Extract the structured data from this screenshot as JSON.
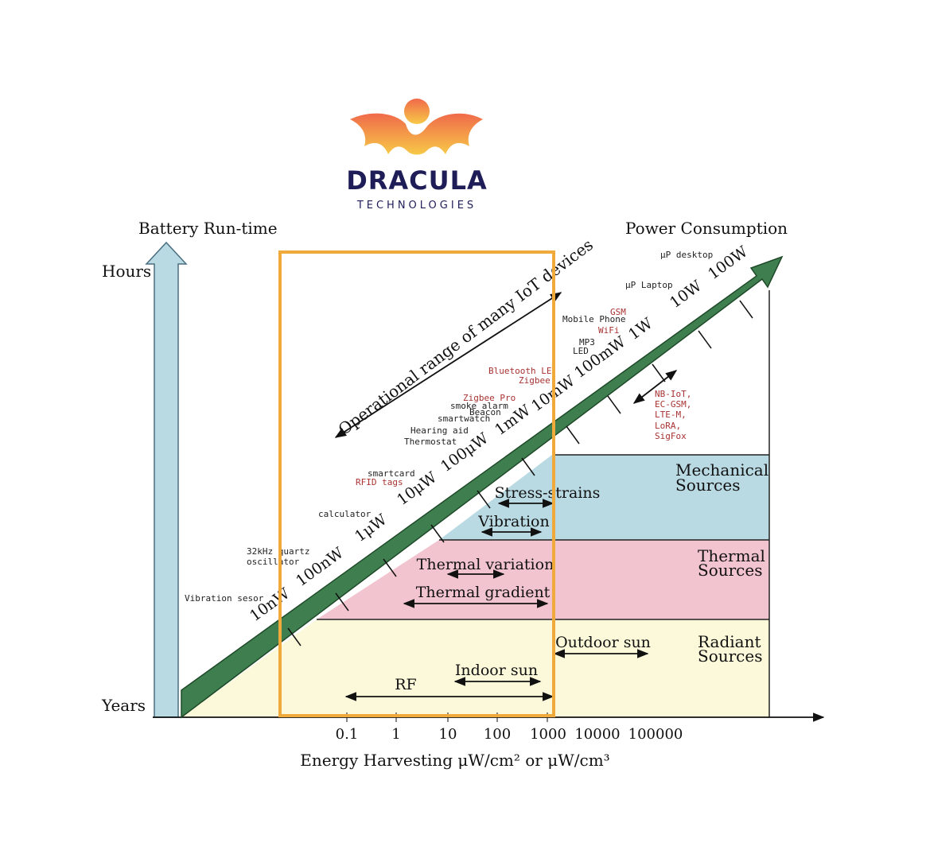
{
  "logo": {
    "name": "DRACULA",
    "subtitle": "TECHNOLOGIES"
  },
  "axes": {
    "y_title": "Battery Run-time",
    "y_top": "Hours",
    "y_bottom": "Years",
    "x_title": "Energy Harvesting μW/cm² or μW/cm³",
    "x_ticks": [
      "0.1",
      "1",
      "10",
      "100",
      "1000",
      "10000",
      "100000"
    ],
    "power_title": "Power Consumption"
  },
  "power_scale": [
    "10nW",
    "100nW",
    "1μW",
    "10μW",
    "100μW",
    "1mW",
    "10mW",
    "100mW",
    "1W",
    "10W",
    "100W"
  ],
  "operational_range": "Operational range of many IoT devices",
  "devices": [
    {
      "text": "Vibration sesor",
      "color": "#222222"
    },
    {
      "text": "32kHz quartz",
      "color": "#222222"
    },
    {
      "text": "oscillator",
      "color": "#222222"
    },
    {
      "text": "calculator",
      "color": "#222222"
    },
    {
      "text": "smartcard",
      "color": "#222222"
    },
    {
      "text": "RFID tags",
      "color": "#a83232"
    },
    {
      "text": "Hearing aid",
      "color": "#222222"
    },
    {
      "text": "Thermostat",
      "color": "#222222"
    },
    {
      "text": "Zigbee Pro",
      "color": "#a83232"
    },
    {
      "text": "smoke alarm",
      "color": "#222222"
    },
    {
      "text": "Beacon",
      "color": "#222222"
    },
    {
      "text": "smartwatch",
      "color": "#222222"
    },
    {
      "text": "Bluetooth LE",
      "color": "#a83232"
    },
    {
      "text": "Zigbee",
      "color": "#a83232"
    },
    {
      "text": "MP3",
      "color": "#222222"
    },
    {
      "text": "LED",
      "color": "#222222"
    },
    {
      "text": "GSM",
      "color": "#a83232"
    },
    {
      "text": "Mobile Phone",
      "color": "#222222"
    },
    {
      "text": "WiFi",
      "color": "#a83232"
    },
    {
      "text": "μP Laptop",
      "color": "#222222"
    },
    {
      "text": "μP desktop",
      "color": "#222222"
    }
  ],
  "lpwan": [
    "NB-IoT,",
    "EC-GSM,",
    "LTE-M,",
    "LoRA,",
    "SigFox"
  ],
  "sources": {
    "mechanical": [
      "Mechanical",
      "Sources"
    ],
    "thermal": [
      "Thermal",
      "Sources"
    ],
    "radiant": [
      "Radiant",
      "Sources"
    ]
  },
  "ranges": {
    "stress": "Stress-strains",
    "vibration": "Vibration",
    "thermal_variation": "Thermal variation",
    "thermal_gradient": "Thermal gradient",
    "outdoor_sun": "Outdoor sun",
    "indoor_sun": "Indoor sun",
    "rf": "RF"
  },
  "colors": {
    "mechanical": "#b9d9e3",
    "thermal": "#f2c4cf",
    "radiant": "#fbf9d9",
    "arrow_green": "#3f7f4f",
    "axis_arrow": "#b9d9e3",
    "highlight": "#f0a93b",
    "logo_navy": "#1f1d57"
  }
}
